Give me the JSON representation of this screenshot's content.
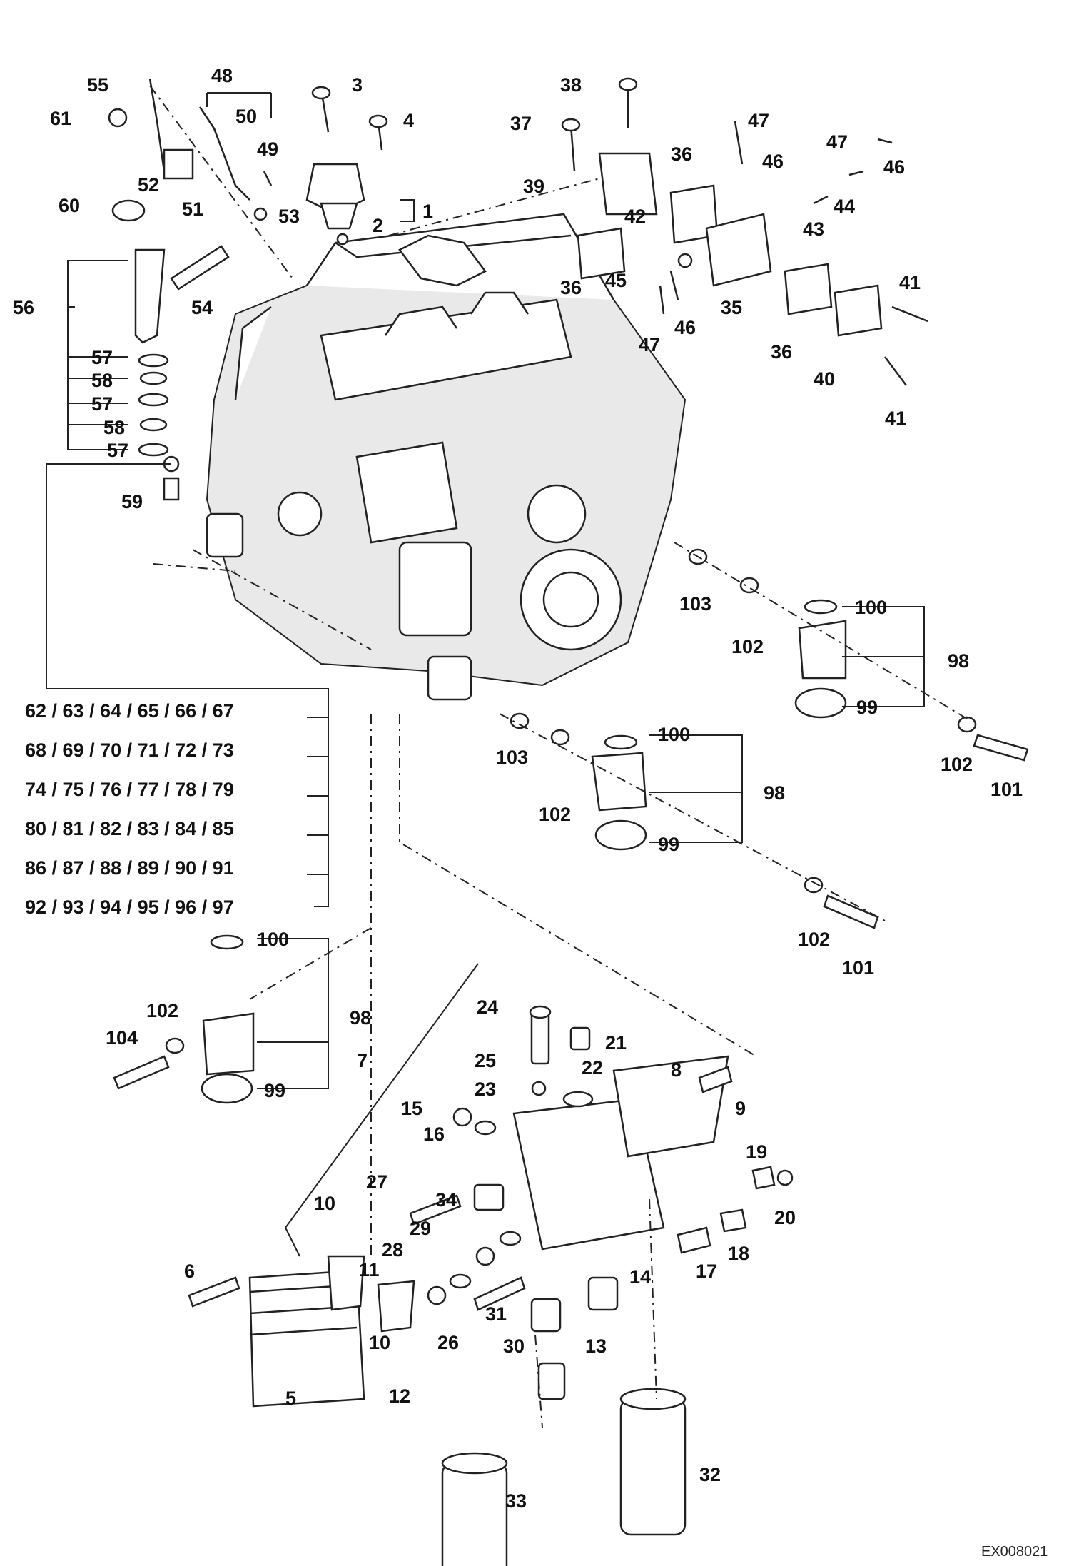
{
  "callouts": {
    "c1": "1",
    "c2": "2",
    "c3": "3",
    "c4": "4",
    "c5": "5",
    "c6": "6",
    "c7": "7",
    "c8": "8",
    "c9": "9",
    "c10a": "10",
    "c10b": "10",
    "c11": "11",
    "c12": "12",
    "c13": "13",
    "c14": "14",
    "c15": "15",
    "c16": "16",
    "c17": "17",
    "c18": "18",
    "c19": "19",
    "c20": "20",
    "c21": "21",
    "c22": "22",
    "c23": "23",
    "c24": "24",
    "c25": "25",
    "c26": "26",
    "c27": "27",
    "c28": "28",
    "c29": "29",
    "c30": "30",
    "c31": "31",
    "c32": "32",
    "c33": "33",
    "c34": "34",
    "c35": "35",
    "c36a": "36",
    "c36b": "36",
    "c36c": "36",
    "c37": "37",
    "c38": "38",
    "c39": "39",
    "c40": "40",
    "c41a": "41",
    "c41b": "41",
    "c42": "42",
    "c43": "43",
    "c44": "44",
    "c45": "45",
    "c46a": "46",
    "c46b": "46",
    "c46c": "46",
    "c47a": "47",
    "c47b": "47",
    "c47c": "47",
    "c48": "48",
    "c49": "49",
    "c50": "50",
    "c51": "51",
    "c52": "52",
    "c53": "53",
    "c54": "54",
    "c55": "55",
    "c56": "56",
    "c57a": "57",
    "c57b": "57",
    "c57c": "57",
    "c58a": "58",
    "c58b": "58",
    "c59": "59",
    "c60": "60",
    "c61": "61",
    "c98a": "98",
    "c98b": "98",
    "c98c": "98",
    "c99a": "99",
    "c99b": "99",
    "c99c": "99",
    "c100a": "100",
    "c100b": "100",
    "c100c": "100",
    "c101a": "101",
    "c101b": "101",
    "c102a": "102",
    "c102b": "102",
    "c102c": "102",
    "c102d": "102",
    "c102e": "102",
    "c103a": "103",
    "c103b": "103",
    "c104": "104"
  },
  "list_rows": [
    "62 / 63 / 64 / 65 / 66 / 67",
    "68 / 69 / 70 / 71 / 72 / 73",
    "74 / 75 / 76 / 77 / 78 / 79",
    "80 / 81 / 82 / 83 / 84 / 85",
    "86 / 87 / 88 / 89 / 90 / 91",
    "92 / 93 / 94 / 95 / 96 / 97"
  ],
  "drawing_code": "EX008021"
}
